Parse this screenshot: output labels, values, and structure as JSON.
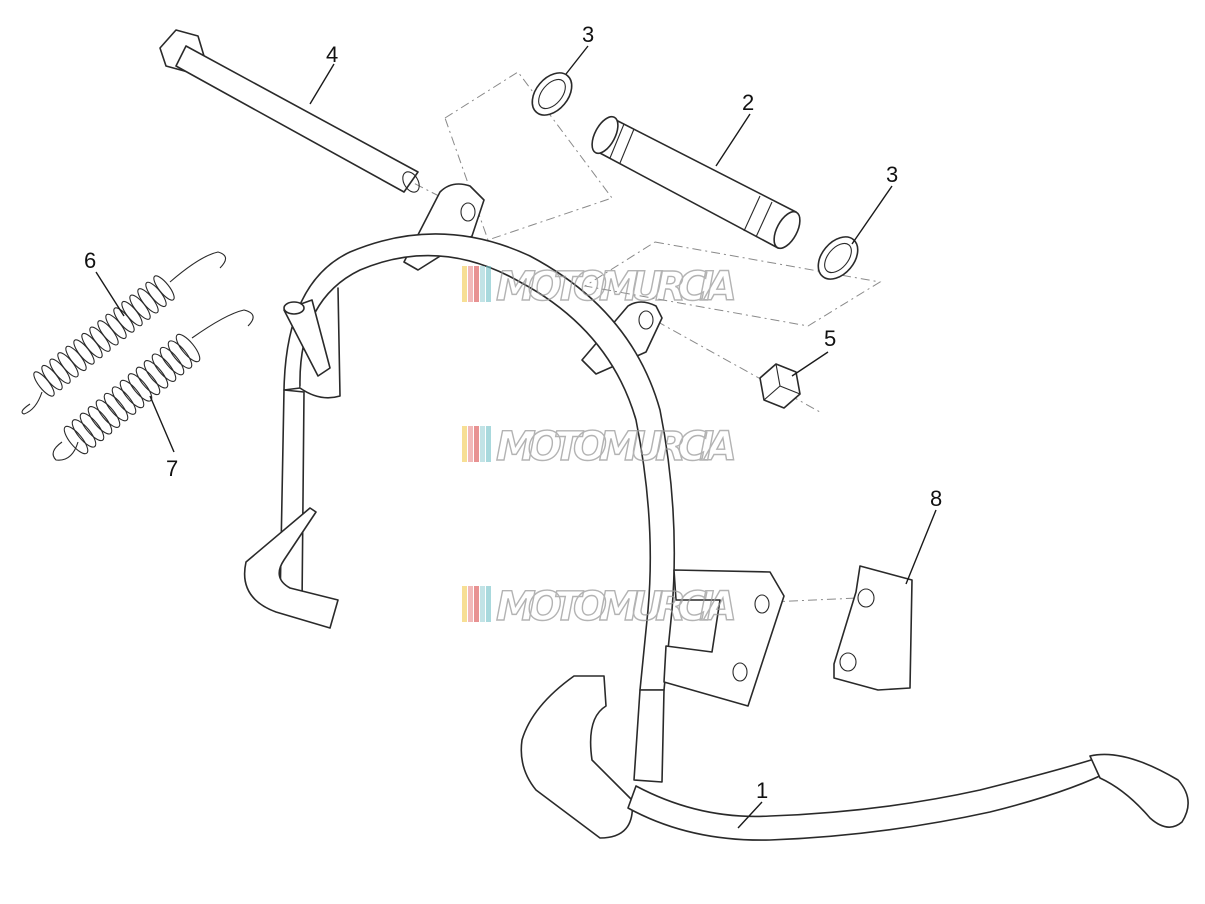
{
  "watermark": {
    "text": "MOTOMURCIA",
    "stripe_colors": [
      "#f2c94c",
      "#e88a8a",
      "#d84a4a",
      "#9ad0d6",
      "#6fbfc7"
    ]
  },
  "callouts": [
    {
      "id": "callout-1",
      "label": "1"
    },
    {
      "id": "callout-2",
      "label": "2"
    },
    {
      "id": "callout-3a",
      "label": "3"
    },
    {
      "id": "callout-3b",
      "label": "3"
    },
    {
      "id": "callout-4",
      "label": "4"
    },
    {
      "id": "callout-5",
      "label": "5"
    },
    {
      "id": "callout-6",
      "label": "6"
    },
    {
      "id": "callout-7",
      "label": "7"
    },
    {
      "id": "callout-8",
      "label": "8"
    }
  ]
}
